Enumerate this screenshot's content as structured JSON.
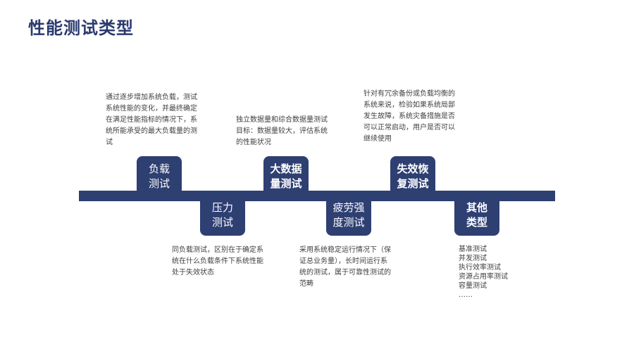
{
  "title": "性能测试类型",
  "nodes": [
    {
      "label": "负载\n测试",
      "description": [
        "通过逐步增加系统负载，测试",
        "系统性能的变化，并最终确定",
        "在满足性能指标的情况下，系",
        "统所能承受的最大负载量的测",
        "试"
      ]
    },
    {
      "label": "压力\n测试",
      "description": [
        "同负载测试，区别在于确定系",
        "统在什么负载条件下系统性能",
        "处于失效状态"
      ]
    },
    {
      "label": "大数据\n量测试",
      "description": [
        "独立数据量和综合数据量测试",
        "目标：数据量较大，评估系统",
        "的性能状况"
      ]
    },
    {
      "label": "疲劳强\n度测试",
      "description": [
        "采用系统稳定运行情况下（保",
        "证总业务量），长时间运行系",
        "统的测试，属于可靠性测试的",
        "范畴"
      ]
    },
    {
      "label": "失效恢\n复测试",
      "description": [
        "针对有冗余备份或负载均衡的",
        "系统来说，检验如果系统局部",
        "发生故障，系统灾备措施是否",
        "可以正常启动，用户是否可以",
        "继续使用"
      ]
    },
    {
      "label": "其他\n类型",
      "description": [
        "基准测试",
        "并发测试",
        "执行效率测试",
        "资源占用率测试",
        "容量测试",
        "……"
      ]
    }
  ]
}
